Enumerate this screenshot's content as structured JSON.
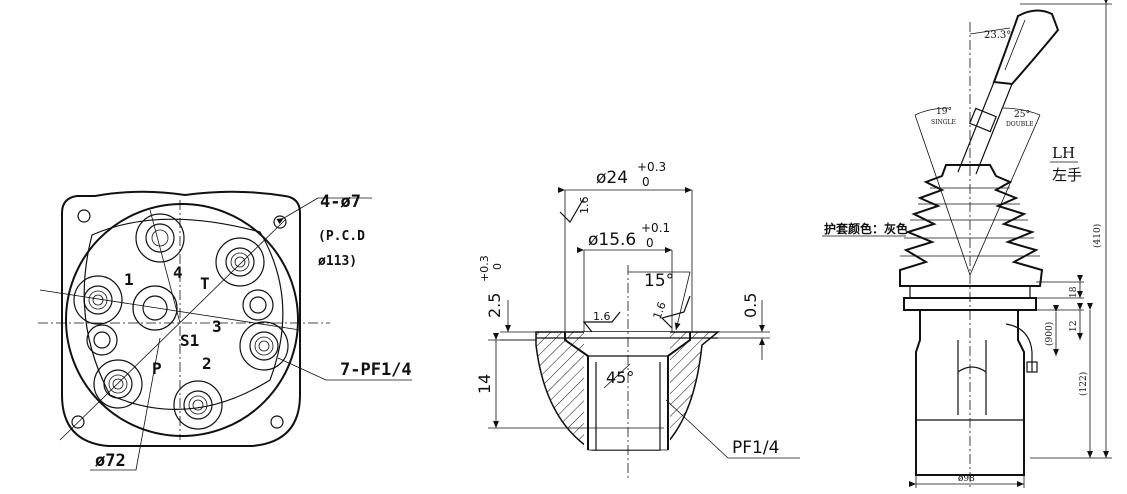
{
  "flange_view": {
    "hole_callout": "4-ø7",
    "pcd_line1": "(P.C.D",
    "pcd_line2": "ø113)",
    "port_callout": "7-PF1/4",
    "diameter_label": "ø72",
    "port_labels": [
      "1",
      "4",
      "T",
      "3",
      "S1",
      "P",
      "2"
    ]
  },
  "port_section": {
    "outer_dia": "ø24",
    "outer_tol_upper": "+0.3",
    "outer_tol_lower": "0",
    "roughness_top": "1.6",
    "inner_dia": "ø15.6",
    "inner_tol_upper": "+0.1",
    "inner_tol_lower": "0",
    "angle_15": "15°",
    "depth": "2.5",
    "depth_tol_upper": "+0.3",
    "depth_tol_lower": "0",
    "dim_05": "0.5",
    "roughness_left": "1.6",
    "roughness_right": "1.6",
    "chamfer": "45°",
    "thread_depth": "14",
    "thread_label": "PF1/4"
  },
  "joystick_view": {
    "angle_top": "23.3°",
    "angle_single": "19°",
    "single_label": "SINGLE",
    "angle_double": "25°",
    "double_label": "DOUBLE",
    "hand_en": "LH",
    "hand_cn": "左手",
    "boot_color_note": "护套颜色：灰色",
    "overall_height": "(410)",
    "dim_18": "18",
    "dim_12": "12",
    "cable_length": "(900)",
    "body_height": "(122)",
    "base_dia": "ø98"
  }
}
